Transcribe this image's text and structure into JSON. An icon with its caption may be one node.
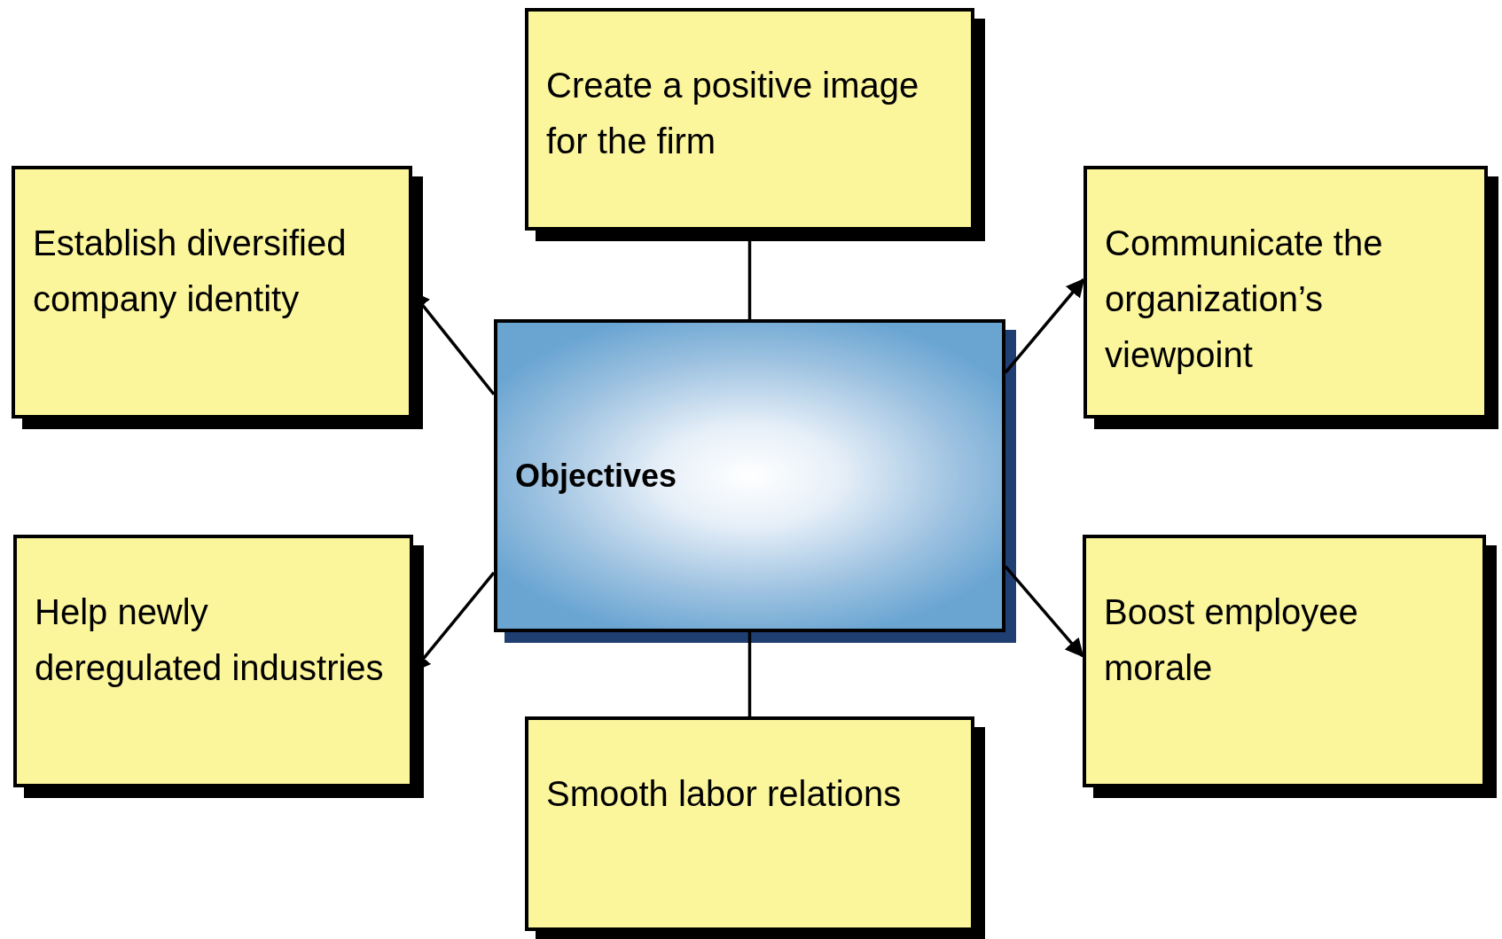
{
  "diagram": {
    "nodes": [
      {
        "text": [
          "Create a positive image for the firm"
        ]
      },
      {
        "text": [
          "Establish diversified company identity"
        ]
      },
      {
        "text": [
          "Communicate the organization’s viewpoint"
        ]
      },
      {
        "text": [
          "Objectives"
        ]
      },
      {
        "text": [
          "Help newly deregulated industries"
        ]
      },
      {
        "text": [
          "Boost employee morale"
        ]
      },
      {
        "text": [
          "Smooth labor relations"
        ]
      }
    ],
    "edges": [
      {
        "from": 3,
        "to": 0,
        "arrow": "none"
      },
      {
        "from": 3,
        "to": 1,
        "arrow": "to"
      },
      {
        "from": 3,
        "to": 2,
        "arrow": "to"
      },
      {
        "from": 3,
        "to": 4,
        "arrow": "to"
      },
      {
        "from": 3,
        "to": 5,
        "arrow": "to"
      },
      {
        "from": 3,
        "to": 6,
        "arrow": "none"
      }
    ]
  }
}
